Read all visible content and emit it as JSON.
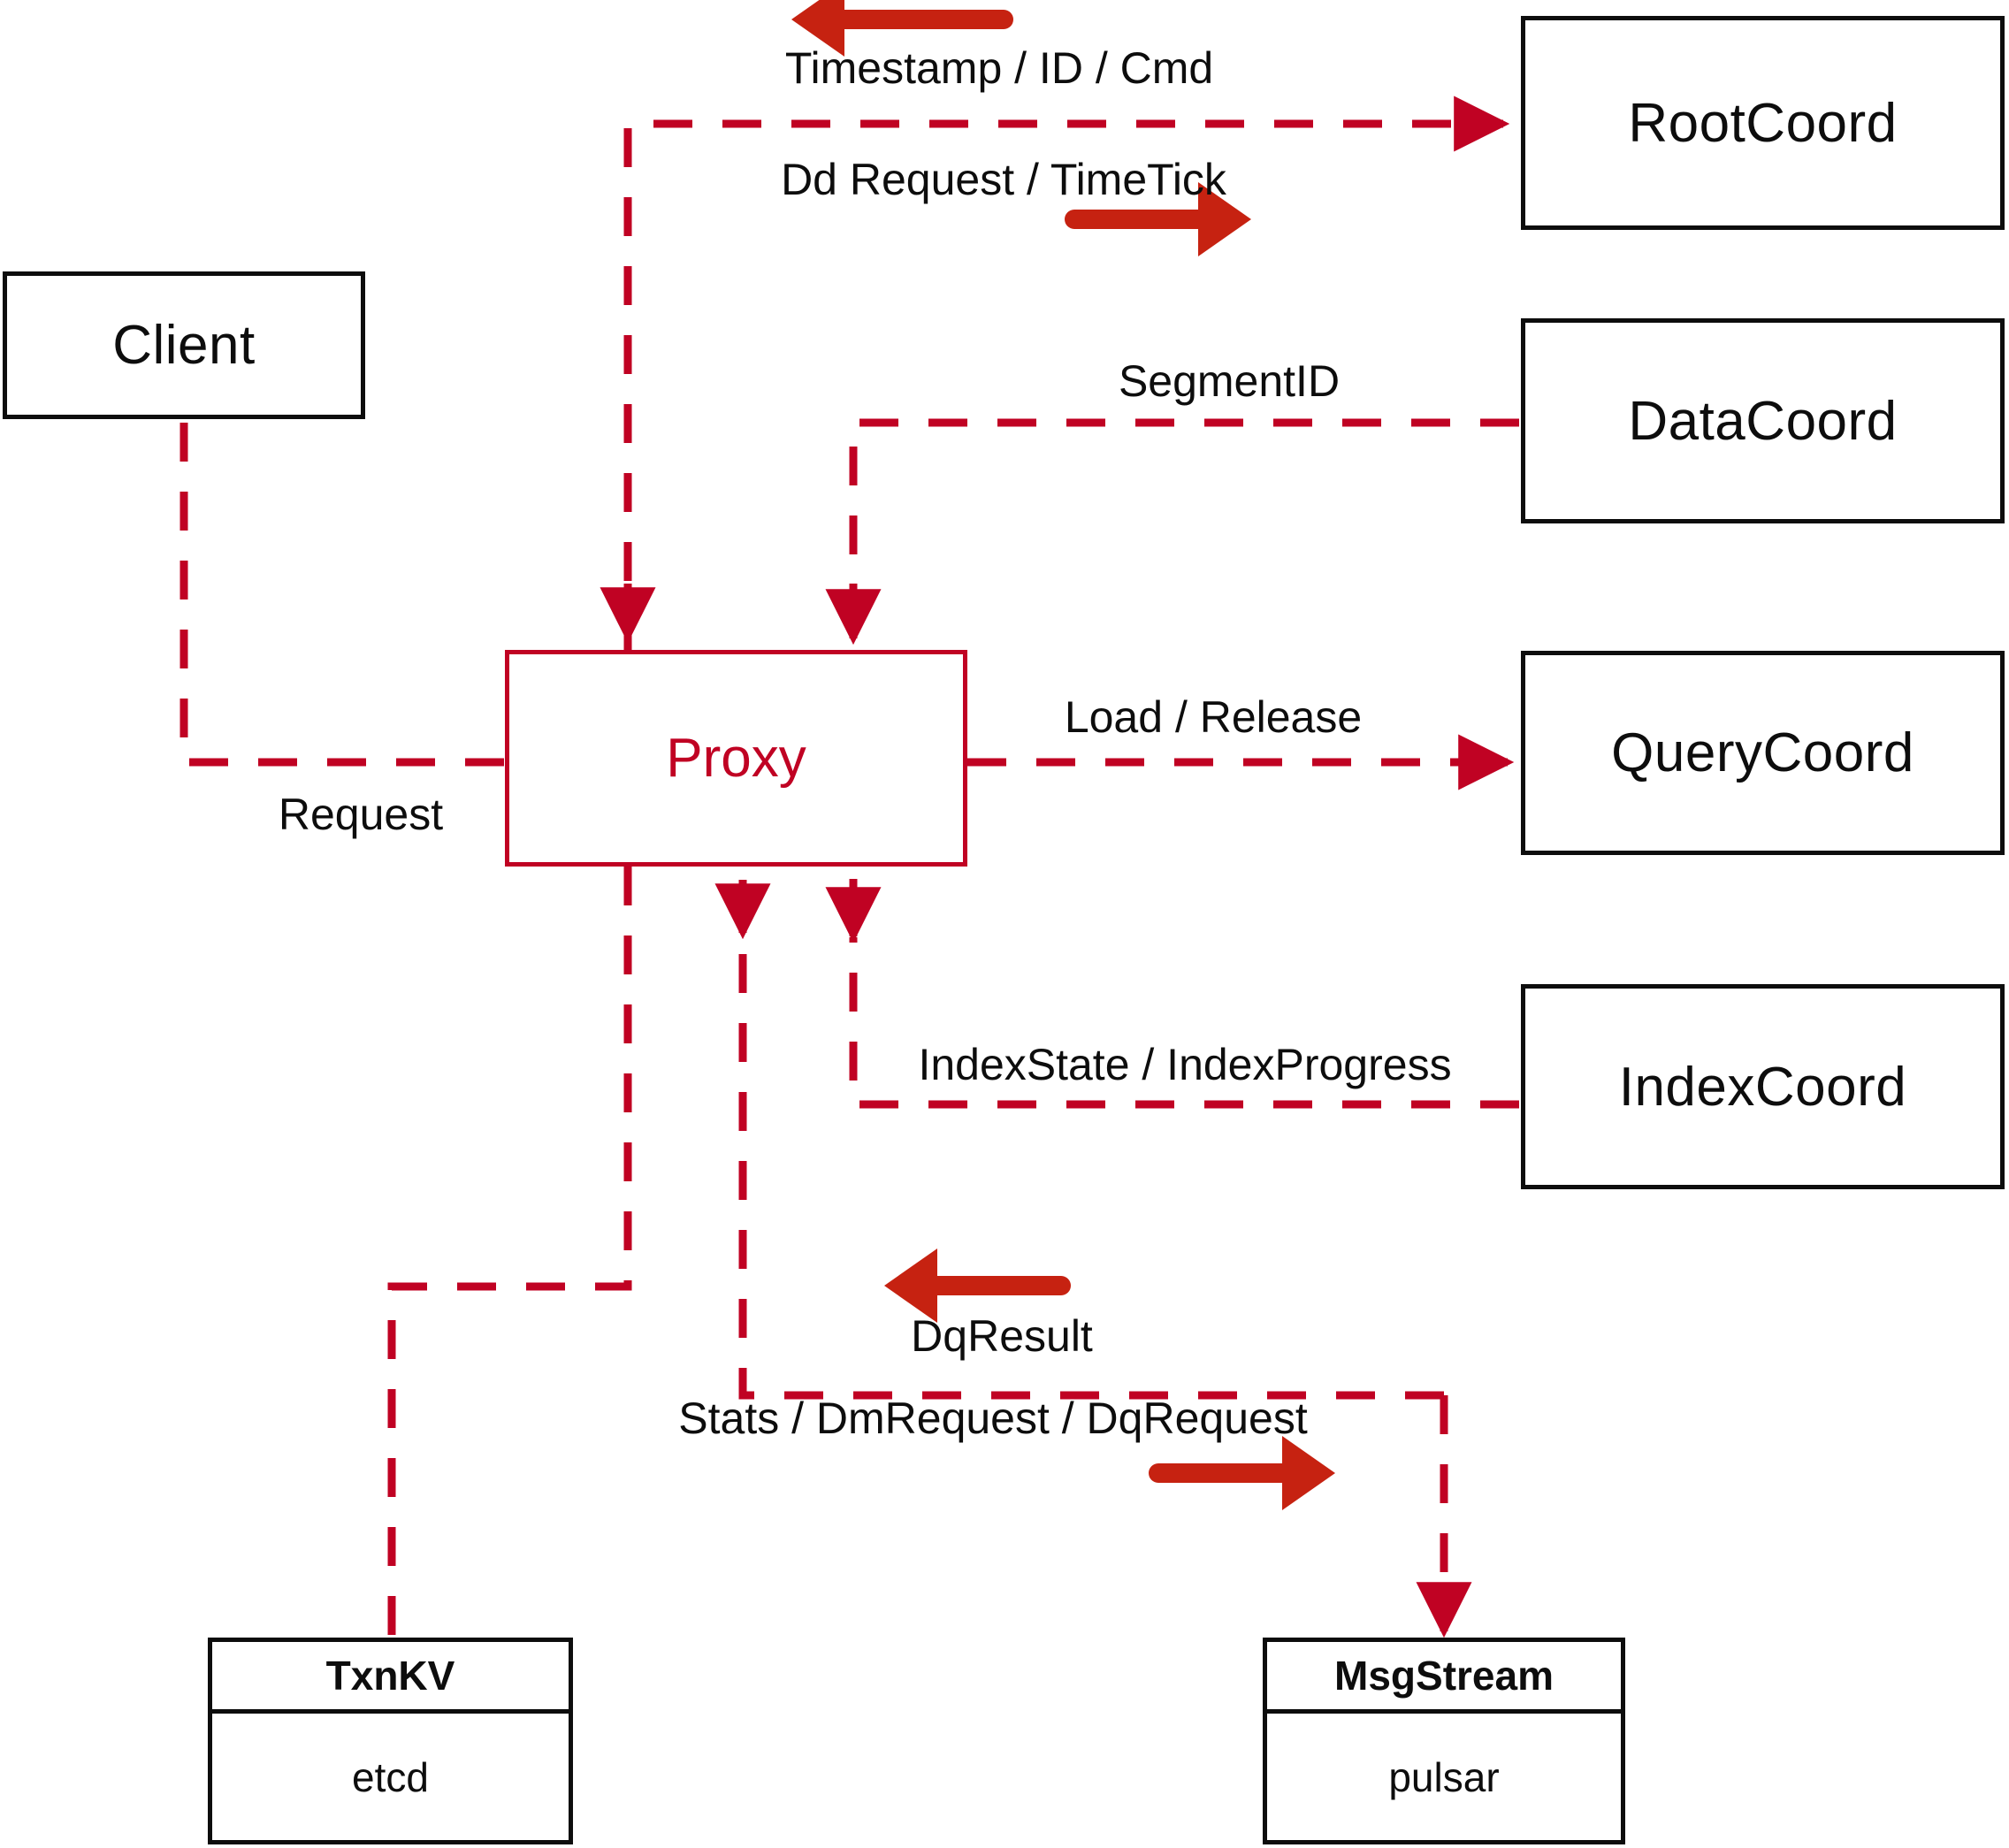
{
  "diagram": {
    "title": "Proxy component interaction diagram",
    "colors": {
      "node_stroke": "#0d0d0d",
      "proxy_stroke": "#c00223",
      "dashed_edge": "#c00223",
      "bold_arrow": "#c62211",
      "background": "#ffffff"
    },
    "nodes": [
      {
        "id": "client",
        "label": "Client"
      },
      {
        "id": "proxy",
        "label": "Proxy"
      },
      {
        "id": "rootcoord",
        "label": "RootCoord"
      },
      {
        "id": "datacoord",
        "label": "DataCoord"
      },
      {
        "id": "querycoord",
        "label": "QueryCoord"
      },
      {
        "id": "indexcoord",
        "label": "IndexCoord"
      }
    ],
    "stores": [
      {
        "id": "txnkv",
        "header": "TxnKV",
        "body": "etcd"
      },
      {
        "id": "msgstream",
        "header": "MsgStream",
        "body": "pulsar"
      }
    ],
    "edge_labels": [
      {
        "id": "timestamp-id-cmd",
        "text": "Timestamp / ID / Cmd"
      },
      {
        "id": "dd-request-timetick",
        "text": "Dd Request / TimeTick"
      },
      {
        "id": "segmentid",
        "text": "SegmentID"
      },
      {
        "id": "load-release",
        "text": "Load / Release"
      },
      {
        "id": "request",
        "text": "Request"
      },
      {
        "id": "indexstate-indexprogress",
        "text": "IndexState / IndexProgress"
      },
      {
        "id": "dqresult",
        "text": "DqResult"
      },
      {
        "id": "stats-dmrequest-dqrequest",
        "text": "Stats / DmRequest / DqRequest"
      }
    ]
  }
}
